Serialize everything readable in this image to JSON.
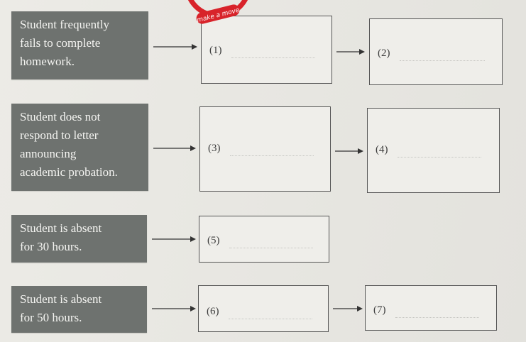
{
  "rows": [
    {
      "lines": [
        "Student frequently",
        "fails to complete",
        "homework."
      ],
      "blanks": [
        "(1)",
        "(2)"
      ]
    },
    {
      "lines": [
        "Student does not",
        "respond to letter",
        "announcing",
        "academic probation."
      ],
      "blanks": [
        "(3)",
        "(4)"
      ]
    },
    {
      "lines": [
        "Student is absent",
        "for 30 hours."
      ],
      "blanks": [
        "(5)"
      ]
    },
    {
      "lines": [
        "Student is absent",
        "for 50 hours."
      ],
      "blanks": [
        "(6)",
        "(7)"
      ]
    }
  ],
  "logo": {
    "text": "make a move",
    "icon": "make-a-move-logo"
  },
  "colors": {
    "cause_box_bg": "#6e726f",
    "cause_box_text": "#f4f4f1",
    "page_bg": "#e9e8e3",
    "logo_red": "#d8232a"
  }
}
